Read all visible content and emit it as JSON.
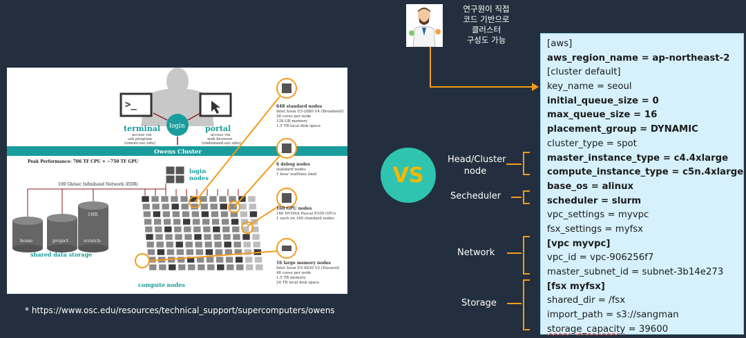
{
  "diagram": {
    "user_terminal_label": "terminal",
    "user_terminal_sub": [
      "access via",
      "ssh program",
      "(owens.osc.edu)"
    ],
    "user_portal_label": "portal",
    "user_portal_sub": [
      "access via",
      "web browser",
      "(ondemand.osc.edu)"
    ],
    "login_label": "login",
    "cluster_banner": "Owens Cluster",
    "peak_performance": "Peak Performance: 706 TF CPU + ~750 TF GPU",
    "login_nodes_label": [
      "login",
      "nodes"
    ],
    "network_label": "100 Gb/sec Infiniband Network (EDR)",
    "storage_items": [
      "home",
      "project",
      "scratch"
    ],
    "storage_label": "shared data storage",
    "compute_label": "compute nodes",
    "node_groups": [
      {
        "title": "648 standard nodes",
        "lines": [
          "Intel Xeon E5-2680 V4 (Broadwell)",
          "28 cores per node",
          "128 GB memory",
          "1.5 TB local disk space"
        ]
      },
      {
        "title": "6 debug nodes",
        "lines": [
          "standard nodes",
          "1 hour walltime limit"
        ]
      },
      {
        "title": "160 GPU nodes",
        "lines": [
          "160 NVIDIA Pascal P100 GPUs",
          "1 each on 160 standard nodes"
        ]
      },
      {
        "title": "16 large memory nodes",
        "lines": [
          "Intel Xeon E5-4830 V3 (Haswell)",
          "48 cores per node",
          "1.5 TB memory",
          "24 TB local disk space"
        ]
      }
    ],
    "scratch_tag": "1MR"
  },
  "footnote": "* https://www.osc.edu/resources/technical_support/supercomputers/owens",
  "vs_label": "VS",
  "avatar_caption": [
    "연구원이 직접",
    "코드 기반으로",
    "클러스터",
    "구성도 가능"
  ],
  "side_labels": {
    "head": [
      "Head/Cluster",
      "node"
    ],
    "scheduler": "Secheduler",
    "network": "Network",
    "storage": "Storage"
  },
  "config_lines": [
    {
      "key": "[aws]",
      "bold": false
    },
    {
      "key": "aws_region_name = ap-northeast-2",
      "bold": true
    },
    {
      "key": "[cluster default]",
      "bold": false
    },
    {
      "key": "key_name = seoul",
      "bold": false
    },
    {
      "key": "initial_queue_size = 0",
      "bold": true
    },
    {
      "key": "max_queue_size = 16",
      "bold": true
    },
    {
      "key": "placement_group = DYNAMIC",
      "bold": true
    },
    {
      "key": "cluster_type = spot",
      "bold": false
    },
    {
      "key": "master_instance_type = c4.4xlarge",
      "bold": true
    },
    {
      "key": "compute_instance_type = c5n.4xlarge",
      "bold": true
    },
    {
      "key": "base_os = alinux",
      "bold": true
    },
    {
      "key": "scheduler = slurm",
      "bold": true
    },
    {
      "key": "vpc_settings = myvpc",
      "bold": false
    },
    {
      "key": "fsx_settings = myfsx",
      "bold": false
    },
    {
      "key": "[vpc myvpc]",
      "bold": true
    },
    {
      "key": "vpc_id = vpc-906256f7",
      "bold": false
    },
    {
      "key": "master_subnet_id = subnet-3b14e273",
      "bold": false
    },
    {
      "key": "[fsx myfsx]",
      "bold": true
    },
    {
      "key": "shared_dir = /fsx",
      "bold": false
    },
    {
      "key": "import_path = s3://sangman",
      "bold": false
    },
    {
      "key": "storage_capacity = 39600",
      "bold": false
    }
  ],
  "colors": {
    "accent": "#f39b1c",
    "teal": "#1a9c9c",
    "vs_circle": "#2fc4b0",
    "vs_text": "#f6b800",
    "config_bg": "#d6f1fb"
  }
}
